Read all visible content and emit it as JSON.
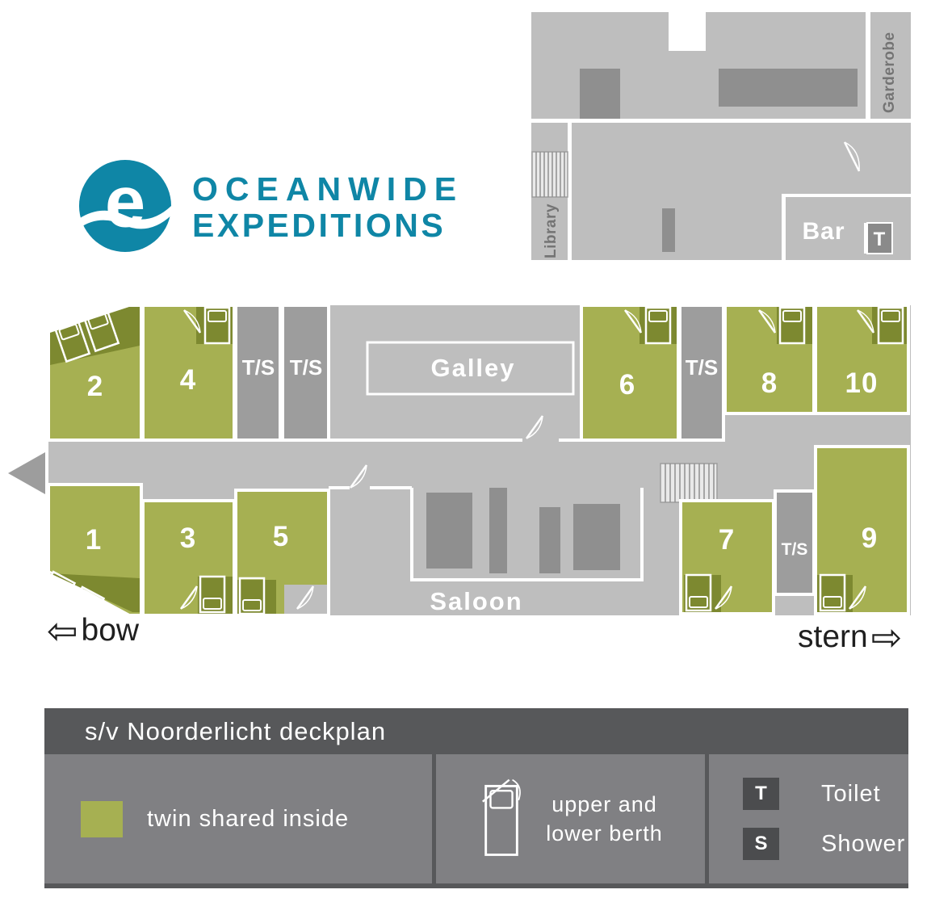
{
  "colors": {
    "teal": "#0f86a6",
    "olive": "#a6b052",
    "olive_dark": "#7d8930",
    "deck_gray": "#bebebe",
    "room_gray": "#9d9d9d",
    "furniture_gray": "#8f8f8f",
    "legend_header": "#57585a",
    "legend_body": "#808083",
    "legend_box": "#4b4c4e"
  },
  "logo": {
    "monogram": "e",
    "line1": "OCEANWIDE",
    "line2": "EXPEDITIONS"
  },
  "upper_deck": {
    "garderobe": "Garderobe",
    "library": "Library",
    "bar": "Bar",
    "toilet": "T"
  },
  "main_deck": {
    "galley": "Galley",
    "saloon": "Saloon",
    "bow": "bow",
    "stern": "stern",
    "bow_arrow": "⇦",
    "stern_arrow": "⇨",
    "ts": "T/S",
    "cabins": [
      "1",
      "2",
      "3",
      "4",
      "5",
      "6",
      "7",
      "8",
      "9",
      "10"
    ]
  },
  "legend": {
    "title": "s/v Noorderlicht deckplan",
    "twin_shared": "twin shared inside",
    "berth_line1": "upper and",
    "berth_line2": "lower berth",
    "toilet_abbr": "T",
    "toilet": "Toilet",
    "shower_abbr": "S",
    "shower": "Shower"
  }
}
